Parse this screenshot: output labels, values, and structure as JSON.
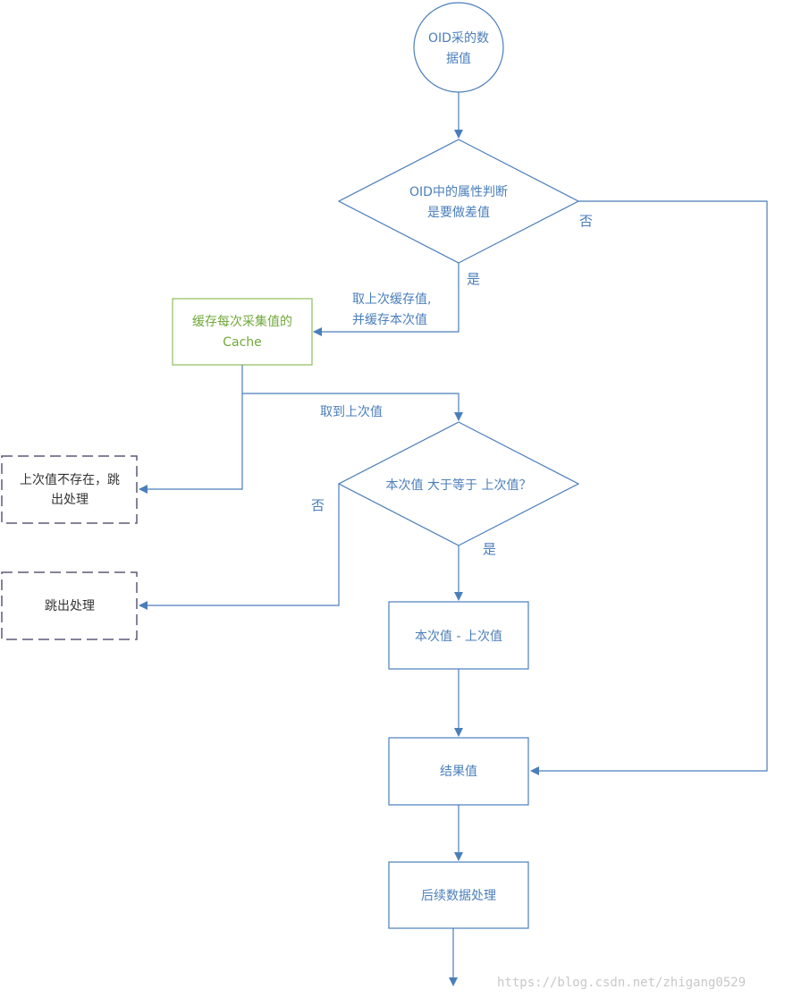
{
  "nodes": {
    "start": {
      "line1": "OID采的数",
      "line2": "据值"
    },
    "decision_diff": {
      "line1": "OID中的属性判断",
      "line2": "是要做差值"
    },
    "cache": {
      "line1": "缓存每次采集值的",
      "line2": "Cache"
    },
    "skip_no_prev": {
      "line1": "上次值不存在，跳",
      "line2": "出处理"
    },
    "decision_compare": {
      "text": "本次值 大于等于 上次值？"
    },
    "skip": {
      "text": "跳出处理"
    },
    "subtract": {
      "text": "本次值 - 上次值"
    },
    "result": {
      "text": "结果值"
    },
    "post": {
      "text": "后续数据处理"
    }
  },
  "edge_labels": {
    "no_1": "否",
    "yes_1": "是",
    "cache_edge_line1": "取上次缓存值,",
    "cache_edge_line2": "并缓存本次值",
    "get_prev": "取到上次值",
    "no_2": "否",
    "yes_2": "是"
  },
  "watermark": "https://blog.csdn.net/zhigang0529",
  "colors": {
    "stroke": "#4a7ebb",
    "cache_stroke": "#8fbe5a",
    "cache_text": "#70a83b",
    "dashed_stroke": "#5a5a78"
  }
}
